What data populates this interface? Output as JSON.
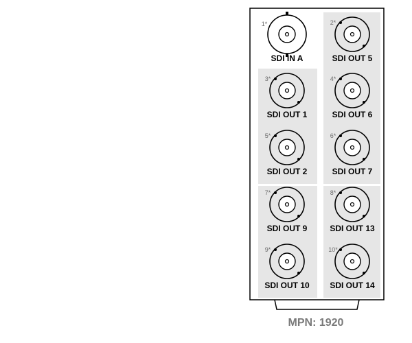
{
  "colors": {
    "panel_border": "#000000",
    "input_bg": "#ffffff",
    "output_bg": "#e6e6e6",
    "pin_text": "#6e6e6e",
    "mpn_text": "#7a7a7a"
  },
  "connectors": [
    {
      "pin": "1*",
      "label": "SDI IN A",
      "type": "input"
    },
    {
      "pin": "2*",
      "label": "SDI OUT 5",
      "type": "output"
    },
    {
      "pin": "3*",
      "label": "SDI OUT 1",
      "type": "output"
    },
    {
      "pin": "4*",
      "label": "SDI OUT 6",
      "type": "output"
    },
    {
      "pin": "5*",
      "label": "SDI OUT 2",
      "type": "output"
    },
    {
      "pin": "6*",
      "label": "SDI OUT 7",
      "type": "output"
    },
    {
      "pin": "7*",
      "label": "SDI OUT 9",
      "type": "output"
    },
    {
      "pin": "8*",
      "label": "SDI OUT 13",
      "type": "output"
    },
    {
      "pin": "9*",
      "label": "SDI OUT 10",
      "type": "output"
    },
    {
      "pin": "10*",
      "label": "SDI OUT 14",
      "type": "output"
    }
  ],
  "footer": {
    "mpn_label": "MPN: 1920"
  }
}
